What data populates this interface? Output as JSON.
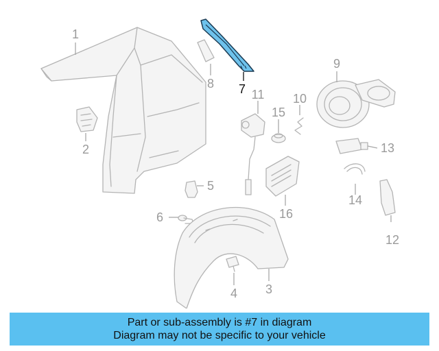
{
  "diagram": {
    "callouts": [
      "1",
      "2",
      "3",
      "4",
      "5",
      "6",
      "7",
      "8",
      "9",
      "10",
      "11",
      "12",
      "13",
      "14",
      "15",
      "16"
    ],
    "highlighted_part": "7",
    "highlight_color": "#6ec2ec"
  },
  "banner": {
    "line1": "Part or sub-assembly is #7 in diagram",
    "line2": "Diagram may not be specific to your vehicle",
    "background": "#5ac0f0"
  }
}
